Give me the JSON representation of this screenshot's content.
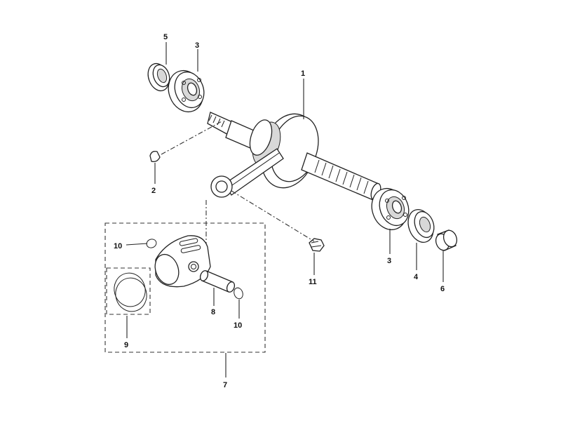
{
  "diagram": {
    "callouts": {
      "c1": "1",
      "c2": "2",
      "c3a": "3",
      "c3b": "3",
      "c4": "4",
      "c5": "5",
      "c6": "6",
      "c7": "7",
      "c8": "8",
      "c9": "9",
      "c10a": "10",
      "c10b": "10",
      "c11": "11"
    }
  }
}
